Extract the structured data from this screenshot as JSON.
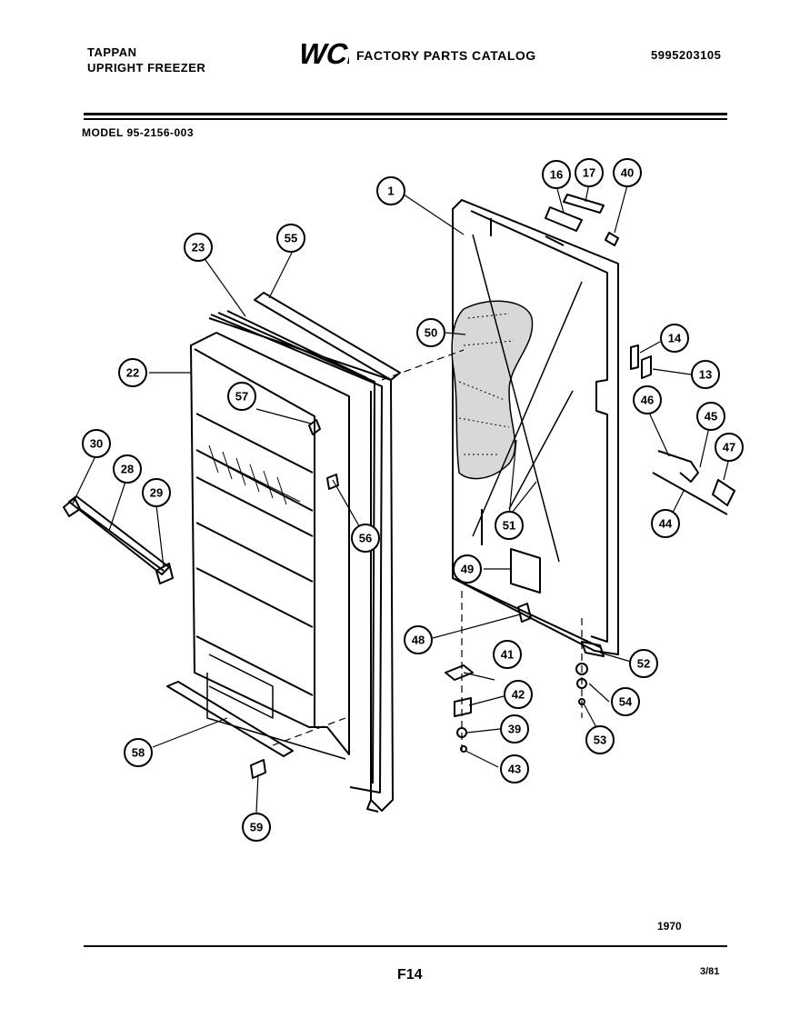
{
  "header": {
    "brand": "TAPPAN",
    "product": "UPRIGHT FREEZER",
    "logo_text": "WCI",
    "catalog_title": "FACTORY PARTS CATALOG",
    "catalog_number": "5995203105"
  },
  "model": "MODEL 95-2156-003",
  "callouts": [
    {
      "id": "c1",
      "label": "1"
    },
    {
      "id": "c16",
      "label": "16"
    },
    {
      "id": "c17",
      "label": "17"
    },
    {
      "id": "c40",
      "label": "40"
    },
    {
      "id": "c23",
      "label": "23"
    },
    {
      "id": "c55",
      "label": "55"
    },
    {
      "id": "c50",
      "label": "50"
    },
    {
      "id": "c22",
      "label": "22"
    },
    {
      "id": "c57",
      "label": "57"
    },
    {
      "id": "c14",
      "label": "14"
    },
    {
      "id": "c13",
      "label": "13"
    },
    {
      "id": "c46",
      "label": "46"
    },
    {
      "id": "c45",
      "label": "45"
    },
    {
      "id": "c47",
      "label": "47"
    },
    {
      "id": "c30",
      "label": "30"
    },
    {
      "id": "c28",
      "label": "28"
    },
    {
      "id": "c29",
      "label": "29"
    },
    {
      "id": "c56",
      "label": "56"
    },
    {
      "id": "c51",
      "label": "51"
    },
    {
      "id": "c44",
      "label": "44"
    },
    {
      "id": "c49",
      "label": "49"
    },
    {
      "id": "c48",
      "label": "48"
    },
    {
      "id": "c41",
      "label": "41"
    },
    {
      "id": "c52",
      "label": "52"
    },
    {
      "id": "c42",
      "label": "42"
    },
    {
      "id": "c54",
      "label": "54"
    },
    {
      "id": "c39",
      "label": "39"
    },
    {
      "id": "c53",
      "label": "53"
    },
    {
      "id": "c58",
      "label": "58"
    },
    {
      "id": "c43",
      "label": "43"
    },
    {
      "id": "c59",
      "label": "59"
    }
  ],
  "footer": {
    "year": "1970",
    "page_code": "F14",
    "date_code": "3/81"
  }
}
